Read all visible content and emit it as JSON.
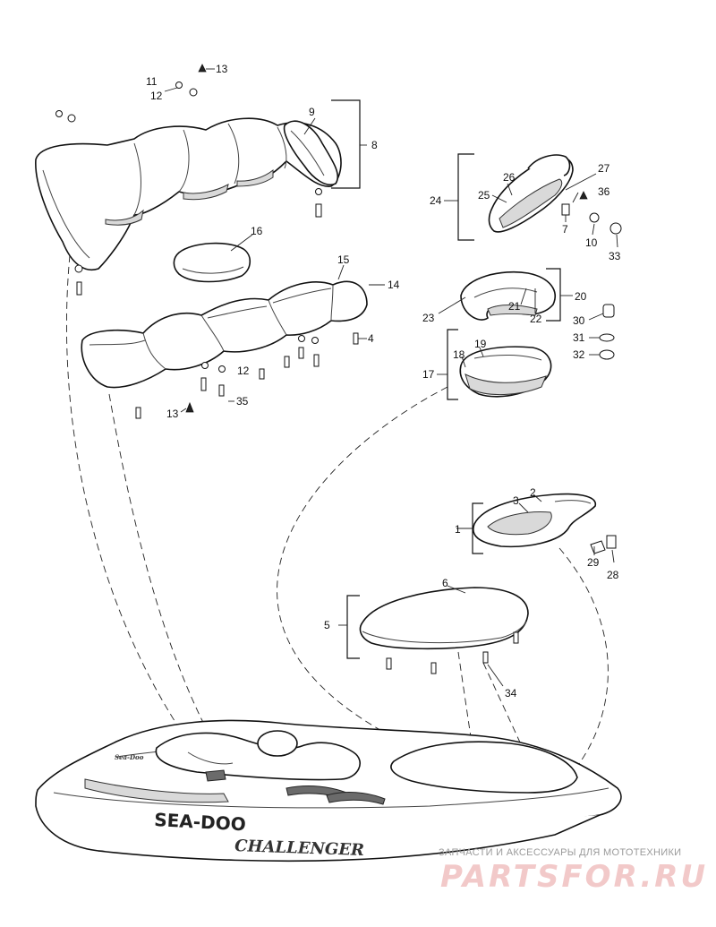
{
  "diagram": {
    "callouts": {
      "c1": "1",
      "c2": "2",
      "c3": "3",
      "c4": "4",
      "c5": "5",
      "c6": "6",
      "c7": "7",
      "c8": "8",
      "c9": "9",
      "c10": "10",
      "c11": "11",
      "c12a": "12",
      "c12b": "12",
      "c13a": "13",
      "c13b": "13",
      "c14": "14",
      "c15": "15",
      "c16": "16",
      "c17": "17",
      "c18": "18",
      "c19": "19",
      "c20": "20",
      "c21": "21",
      "c22": "22",
      "c23": "23",
      "c24": "24",
      "c25": "25",
      "c26": "26",
      "c27": "27",
      "c28": "28",
      "c29": "29",
      "c30": "30",
      "c31": "31",
      "c32": "32",
      "c33": "33",
      "c34": "34",
      "c35": "35",
      "c36": "36"
    },
    "hull_branding": {
      "logo_text": "SEA-DOO",
      "model_text": "CHALLENGER",
      "badge_text": "Sea-Doo"
    }
  },
  "watermark": {
    "tagline": "ЗАПЧАСТИ И АКСЕССУАРЫ ДЛЯ МОТОТЕХНИКИ",
    "logo": "PARTSFOR.RU"
  }
}
